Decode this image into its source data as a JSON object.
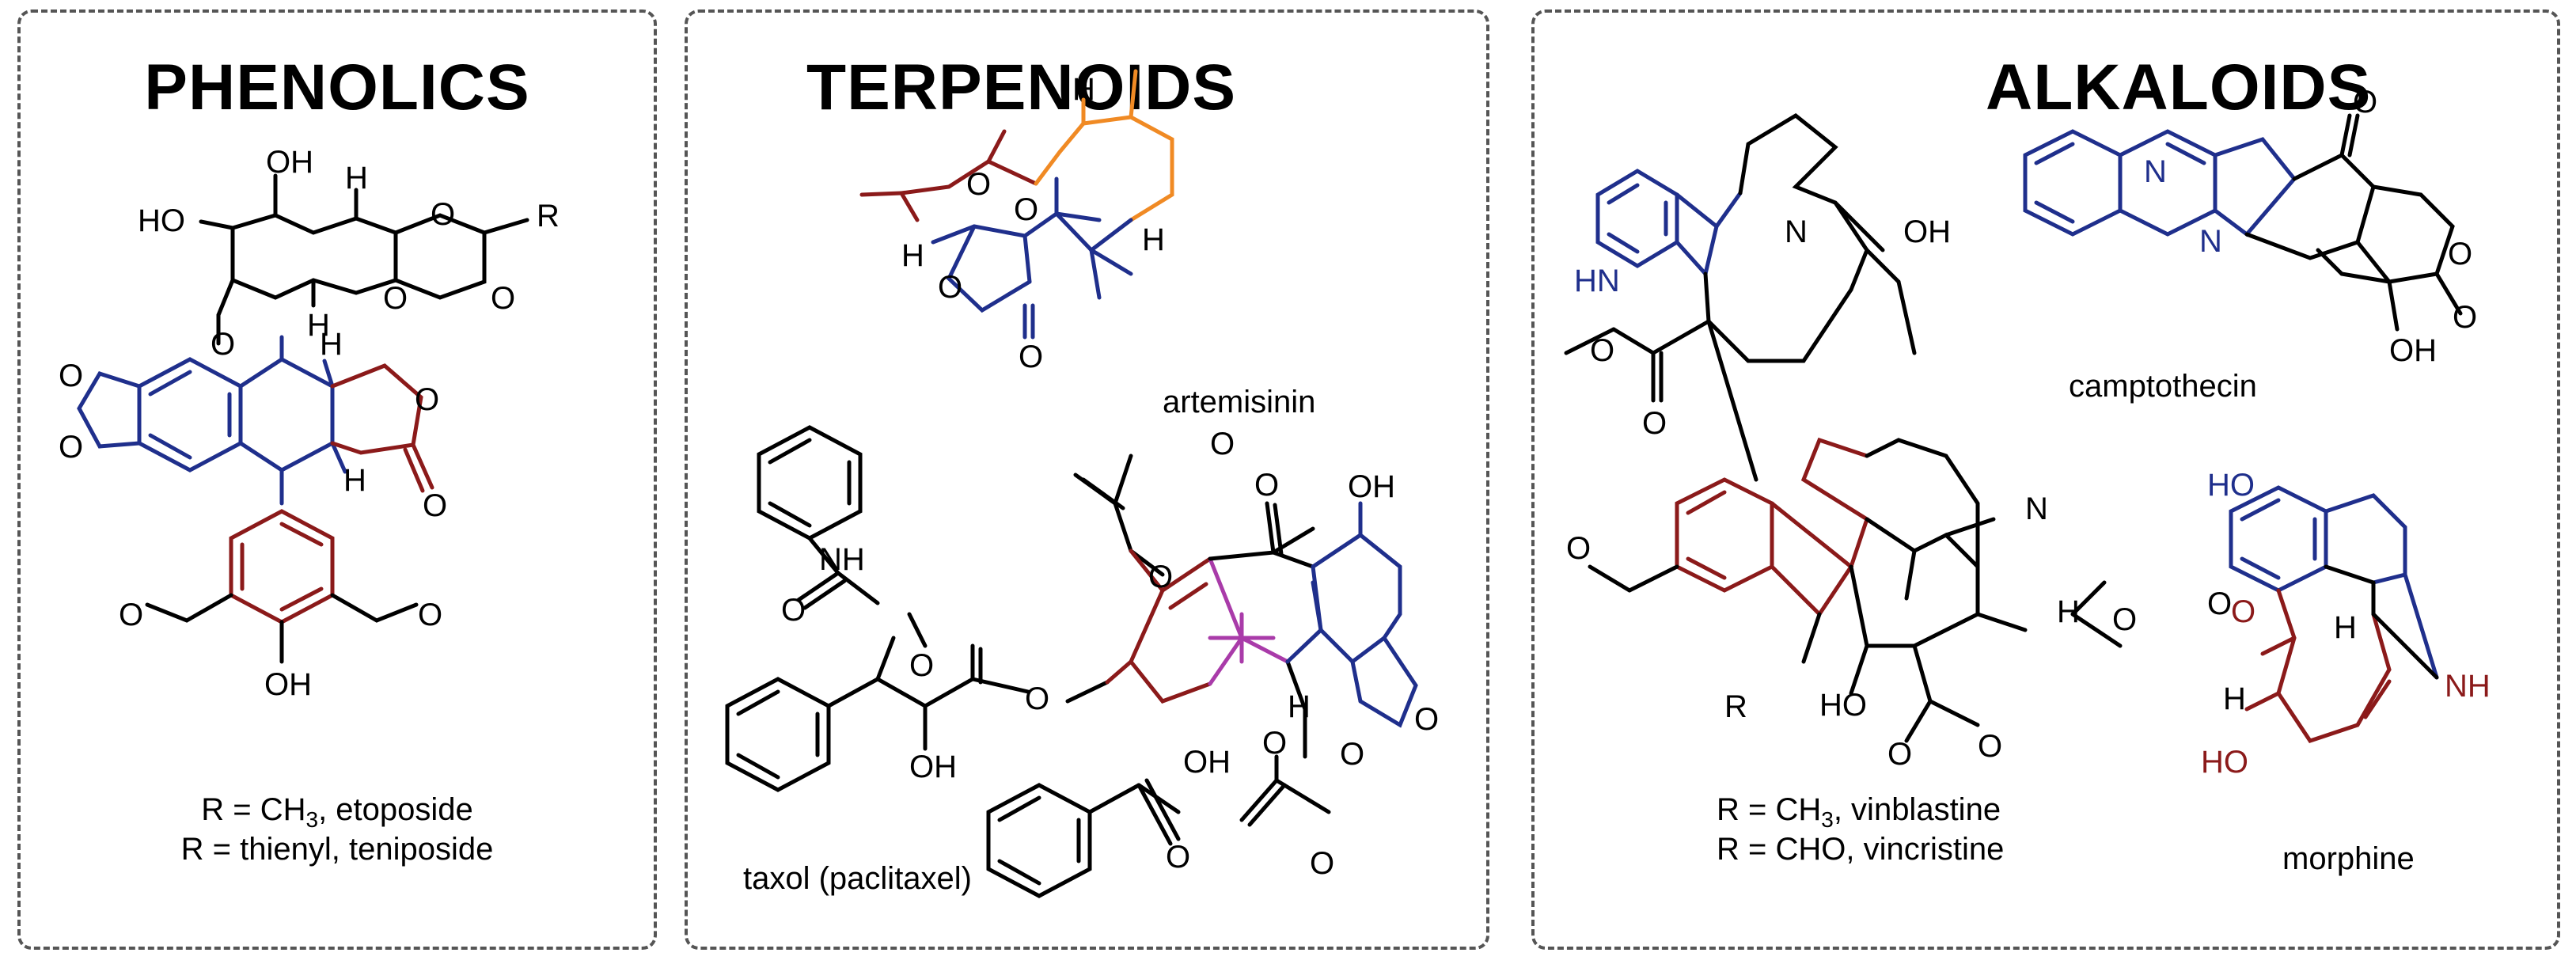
{
  "colors": {
    "black": "#000000",
    "blue": "#1f2f8c",
    "red": "#8b1a1a",
    "orange": "#f08a24",
    "purple": "#a93ba9",
    "border": "#555555"
  },
  "panels": {
    "phenolics": {
      "title": "PHENOLICS",
      "atoms": {
        "oh1": "OH",
        "ho1": "HO",
        "h1": "H",
        "r": "R",
        "o1": "O",
        "o2": "O",
        "o3": "O",
        "h2": "H",
        "o4": "O",
        "h3": "H",
        "o5": "O",
        "o6": "O",
        "o7": "O",
        "h4": "H",
        "o8": "O",
        "o9": "O",
        "o10": "O",
        "oh2": "OH"
      },
      "line1": {
        "a": "R = CH",
        "sub": "3",
        "b": ", etoposide"
      },
      "line2": "R = thienyl, teniposide"
    },
    "terpenoids": {
      "title": "TERPENOIDS",
      "atoms": {
        "o1": "O",
        "o2": "O",
        "h1": "H",
        "h2": "H",
        "h3": "H",
        "o3": "O",
        "o4": "O",
        "nh": "NH",
        "o5": "O",
        "o6": "O",
        "oh1": "OH",
        "o7": "O",
        "o8": "O",
        "oh2": "OH",
        "o9": "O",
        "h4": "H",
        "oh3": "OH",
        "o10": "O",
        "o11": "O",
        "o12": "O",
        "o13": "O",
        "o14": "O",
        "o15": "O"
      },
      "artemisinin": "artemisinin",
      "taxol": "taxol (paclitaxel)"
    },
    "alkaloids": {
      "title": "ALKALOIDS",
      "atoms": {
        "hn": "HN",
        "n1": "N",
        "oh1": "OH",
        "o1": "O",
        "o2": "O",
        "n2": "N",
        "o3": "O",
        "n3": "N",
        "o4": "O",
        "oh2": "OH",
        "o5": "O",
        "o6": "O",
        "n4": "N",
        "h1": "H",
        "o7": "O",
        "o8": "O",
        "r": "R",
        "ho1": "HO",
        "o9": "O",
        "o10": "O",
        "ho2": "HO",
        "o11": "O",
        "h2": "H",
        "h3": "H",
        "nh": "NH",
        "ho3": "HO"
      },
      "camptothecin": "camptothecin",
      "line1": {
        "a": "R = CH",
        "sub": "3",
        "b": ", vinblastine"
      },
      "line2": "R = CHO, vincristine",
      "morphine": "morphine"
    }
  }
}
